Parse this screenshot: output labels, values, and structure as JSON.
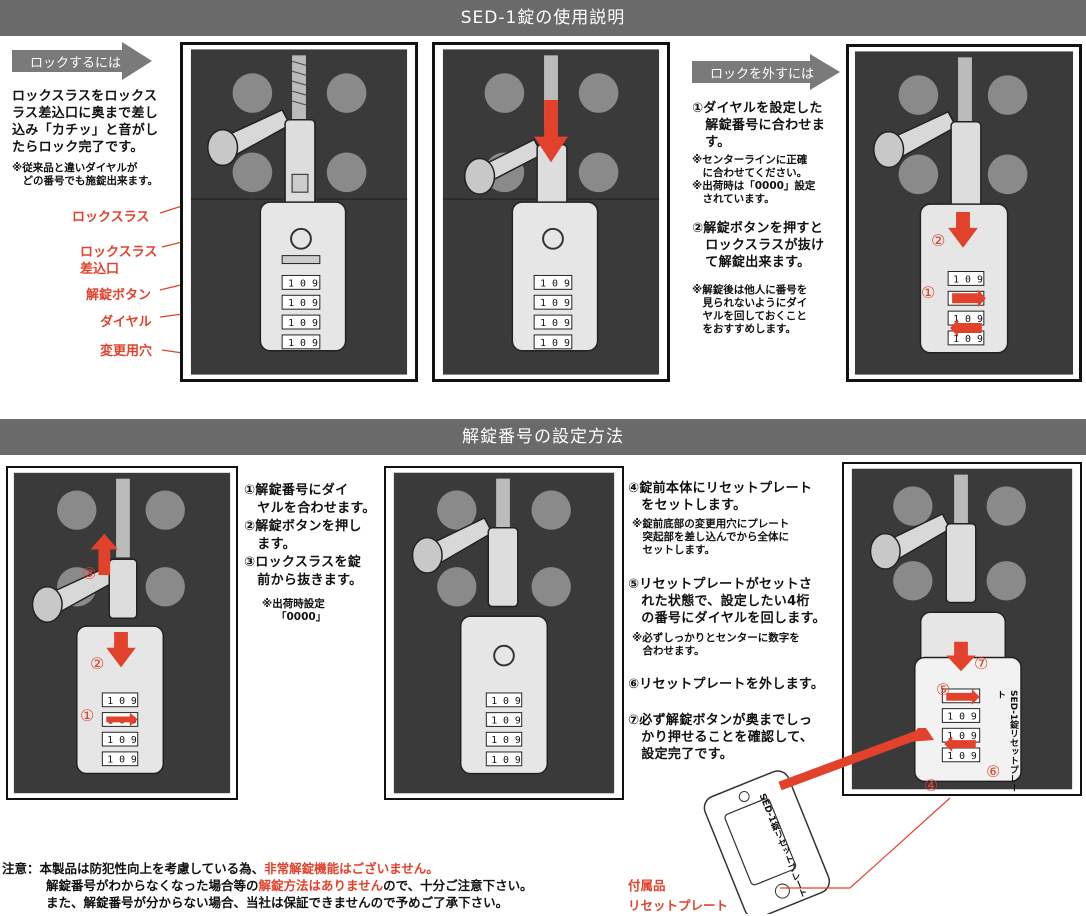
{
  "header1": "SED-1錠の使用説明",
  "header2": "解錠番号の設定方法",
  "lock_section": {
    "tag": "ロックするには",
    "body": [
      "ロックスラスをロックス",
      "ラス差込口に奥まで差し",
      "込み「カチッ」と音がし",
      "たらロック完了です。"
    ],
    "note": [
      "※従来品と違いダイヤルが",
      "　どの番号でも施錠出来ます。"
    ]
  },
  "labels": {
    "lock_slass": "ロックスラス",
    "slot": [
      "ロックスラス",
      "差込口"
    ],
    "unlock_button": "解錠ボタン",
    "dial": "ダイヤル",
    "change_hole": "変更用穴"
  },
  "unlock_section": {
    "tag": "ロックを外すには",
    "step1": [
      "①ダイヤルを設定した",
      "　解錠番号に合わせま",
      "　す。"
    ],
    "note1": [
      "※センターラインに正確",
      "　に合わせてください。",
      "※出荷時は「0000」設定",
      "　されています。"
    ],
    "step2": [
      "②解錠ボタンを押すと",
      "　ロックスラスが抜け",
      "　て解錠出来ます。"
    ],
    "note2": [
      "※解錠後は他人に番号を",
      "　見られないようにダイ",
      "　ヤルを回しておくこと",
      "　をおすすめします。"
    ]
  },
  "setting_left": {
    "steps": [
      "①解錠番号にダイ",
      "　ヤルを合わせます。",
      "②解錠ボタンを押し",
      "　ます。",
      "③ロックスラスを錠",
      "　前から抜きます。"
    ],
    "note": [
      "※出荷時設定",
      "「0000」"
    ]
  },
  "setting_right": {
    "step4": [
      "④錠前本体にリセットプレート",
      "　をセットします。"
    ],
    "note4": [
      "※錠前底部の変更用穴にプレート",
      "　突起部を差し込んでから全体に",
      "　セットします。"
    ],
    "step5": [
      "⑤リセットプレートがセットさ",
      "　れた状態で、設定したい4桁",
      "　の番号にダイヤルを回します。"
    ],
    "note5": [
      "※必ずしっかりとセンターに数字を",
      "　合わせます。"
    ],
    "step6": "⑥リセットプレートを外します。",
    "step7": [
      "⑦必ず解錠ボタンが奥までしっ",
      "　かり押せることを確認して、",
      "　設定完了です。"
    ]
  },
  "dial_digits": [
    "1",
    "0",
    "9"
  ],
  "plate_text": [
    "SED-1",
    "錠",
    "リセットプレート"
  ],
  "markers": {
    "m1": "①",
    "m2": "②",
    "m3": "③",
    "m4": "④",
    "m5": "⑤",
    "m6": "⑥",
    "m7": "⑦"
  },
  "footer": {
    "label": "注意：",
    "line1_a": "本製品は防犯性向上を考慮している為、",
    "line1_b": "非常解錠機能はございません。",
    "line2_a": "解錠番号がわからなくなった場合等の",
    "line2_b": "解錠方法はありません",
    "line2_c": "ので、十分ご注意下さい。",
    "line3": "また、解錠番号が分からない場合、当社は保証できませんので予めご了承下さい。"
  },
  "accessory": {
    "line1": "付属品",
    "line2": "リセットプレート"
  },
  "colors": {
    "accent": "#e2422b",
    "bar": "#6a6a6a",
    "dark": "#3a3a3a"
  }
}
